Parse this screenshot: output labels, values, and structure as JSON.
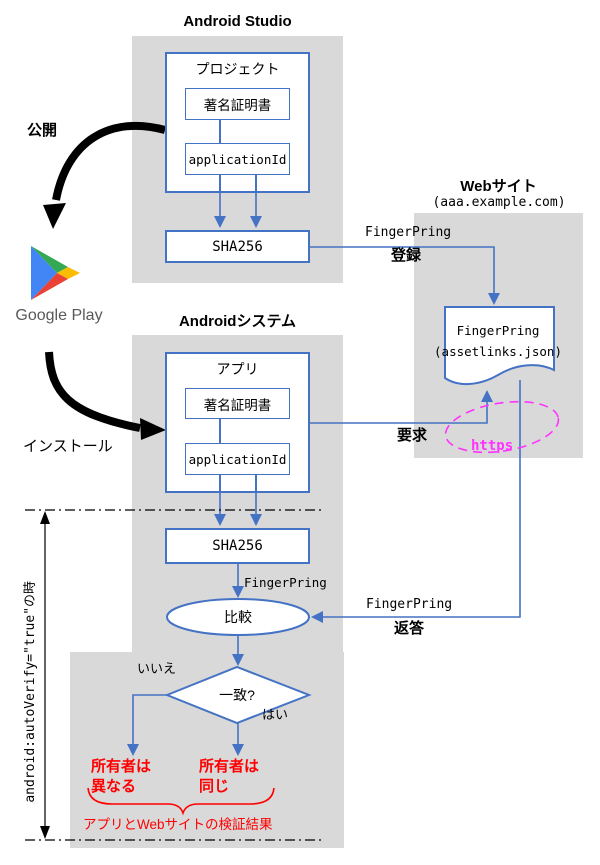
{
  "colors": {
    "accent_blue": "#4472C4",
    "panel_gray": "#D9D9D9",
    "alert_red": "#FF0000",
    "https_magenta": "#FF33FF",
    "play_blue": "#4285F4",
    "play_green": "#34A853",
    "play_yellow": "#FBBC04",
    "play_red": "#EA4335"
  },
  "studio": {
    "title": "Android Studio",
    "project_label": "プロジェクト",
    "cert_label": "著名証明書",
    "appid_label": "applicationId",
    "sha_label": "SHA256"
  },
  "play": {
    "publish_label": "公開",
    "name": "Google Play",
    "install_label": "インストール",
    "icon": "google-play-triangle"
  },
  "web": {
    "title": "Webサイト",
    "domain": "(aaa.example.com)",
    "register_line1": "FingerPring",
    "register_line2": "登録",
    "doc_line1": "FingerPring",
    "doc_line2": "(assetlinks.json)",
    "request_label": "要求",
    "https_label": "https",
    "reply_line1": "FingerPring",
    "reply_line2": "返答"
  },
  "system": {
    "title": "Androidシステム",
    "app_label": "アプリ",
    "cert_label": "著名証明書",
    "appid_label": "applicationId",
    "sha_label": "SHA256",
    "fingerpring_label": "FingerPring",
    "compare_label": "比較",
    "match_label": "一致?",
    "no_label": "いいえ",
    "yes_label": "はい",
    "result_no_line1": "所有者は",
    "result_no_line2": "異なる",
    "result_yes_line1": "所有者は",
    "result_yes_line2": "同じ",
    "caption": "アプリとWebサイトの検証結果"
  },
  "condition_label": "android:autoVerify=\"true\"の時"
}
